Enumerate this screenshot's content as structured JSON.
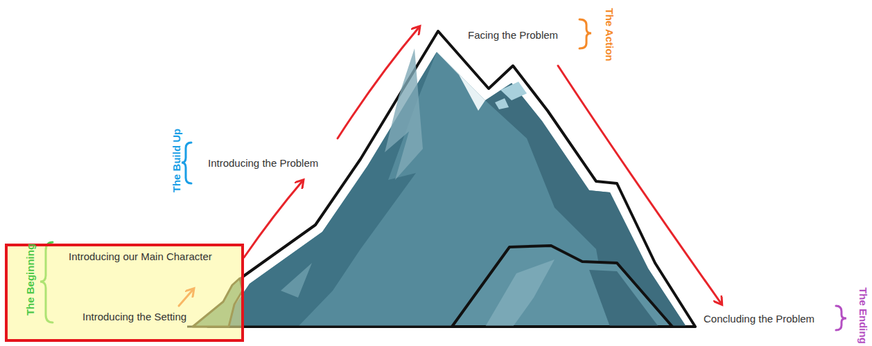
{
  "diagram": {
    "nodes": [
      {
        "text": [
          "The Beginning",
          "Introducing our Main Character",
          "Introducing the Setting"
        ]
      }
    ],
    "labels": [
      "Introducing the Problem",
      "The Build Up",
      "Facing the Problem",
      "The Action",
      "Concluding the Problem",
      "The Ending"
    ]
  }
}
